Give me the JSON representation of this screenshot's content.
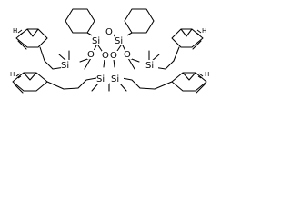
{
  "atoms": {
    "si_core_left": "Si",
    "si_core_right": "Si",
    "o_core_top": "O",
    "o_core_left": "O",
    "o_core_right": "O",
    "o_core_bottom": "O",
    "si_left_mid": "Si",
    "si_right_mid": "Si",
    "si_bottom_left": "Si",
    "si_bottom_right": "Si",
    "h_top_left": "H",
    "h_top_right": "H",
    "h_lower_left": "H",
    "h_lower_right": "H"
  }
}
